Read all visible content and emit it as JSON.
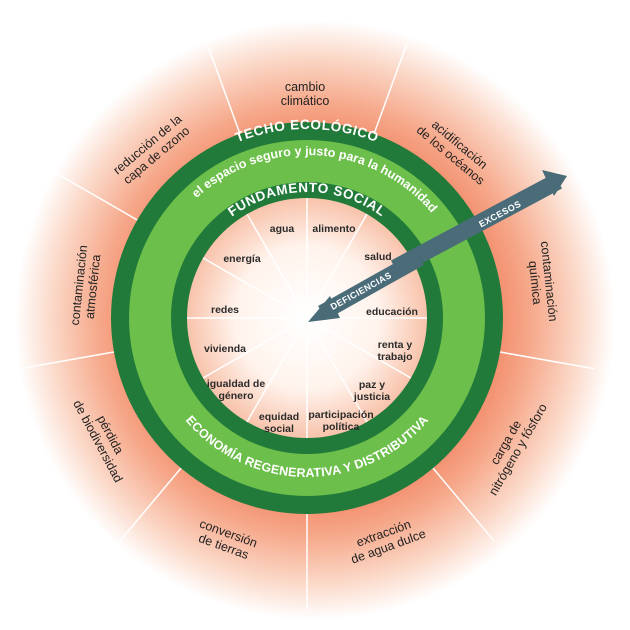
{
  "rings": {
    "ceiling": "TECHO ECOLÓGICO",
    "safe_space": "el espacio seguro y justo para la humanidad",
    "foundation": "FUNDAMENTO SOCIAL",
    "economy": "ECONOMÍA REGENERATIVA Y DISTRIBUTIVA"
  },
  "arrows": {
    "overshoot": "EXCESOS",
    "shortfall": "DEFICIENCIAS"
  },
  "ecological_ceiling": [
    {
      "lines": [
        "cambio",
        "climático"
      ],
      "curve": false
    },
    {
      "lines": [
        "acidificación",
        "de los océanos"
      ],
      "curve": false
    },
    {
      "lines": [
        "contaminación",
        "química"
      ],
      "curve": false
    },
    {
      "lines": [
        "carga de",
        "nitrógeno y fósforo"
      ],
      "curve": false
    },
    {
      "lines": [
        "extracción",
        "de agua dulce"
      ],
      "curve": false
    },
    {
      "lines": [
        "conversión",
        "de tierras"
      ],
      "curve": false
    },
    {
      "lines": [
        "pérdida",
        "de biodiversidad"
      ],
      "curve": false
    },
    {
      "lines": [
        "contaminación",
        "atmosférica"
      ],
      "curve": false
    },
    {
      "lines": [
        "reducción de la",
        "capa de ozono"
      ],
      "curve": false
    }
  ],
  "social_foundation": [
    {
      "lines": [
        "alimento"
      ]
    },
    {
      "lines": [
        "salud"
      ]
    },
    {
      "lines": [
        "educación"
      ]
    },
    {
      "lines": [
        "renta y",
        "trabajo"
      ]
    },
    {
      "lines": [
        "paz y",
        "justicia"
      ]
    },
    {
      "lines": [
        "participación",
        "política"
      ]
    },
    {
      "lines": [
        "equidad",
        "social"
      ]
    },
    {
      "lines": [
        "igualdad de",
        "género"
      ]
    },
    {
      "lines": [
        "vivienda"
      ]
    },
    {
      "lines": [
        "redes"
      ]
    },
    {
      "lines": [
        "energía"
      ]
    },
    {
      "lines": [
        "agua"
      ]
    }
  ],
  "colors": {
    "dark_green": "#217a3a",
    "light_green": "#6cbf4a",
    "glow": "#f39a7a",
    "arrow": "#4a6b78"
  }
}
